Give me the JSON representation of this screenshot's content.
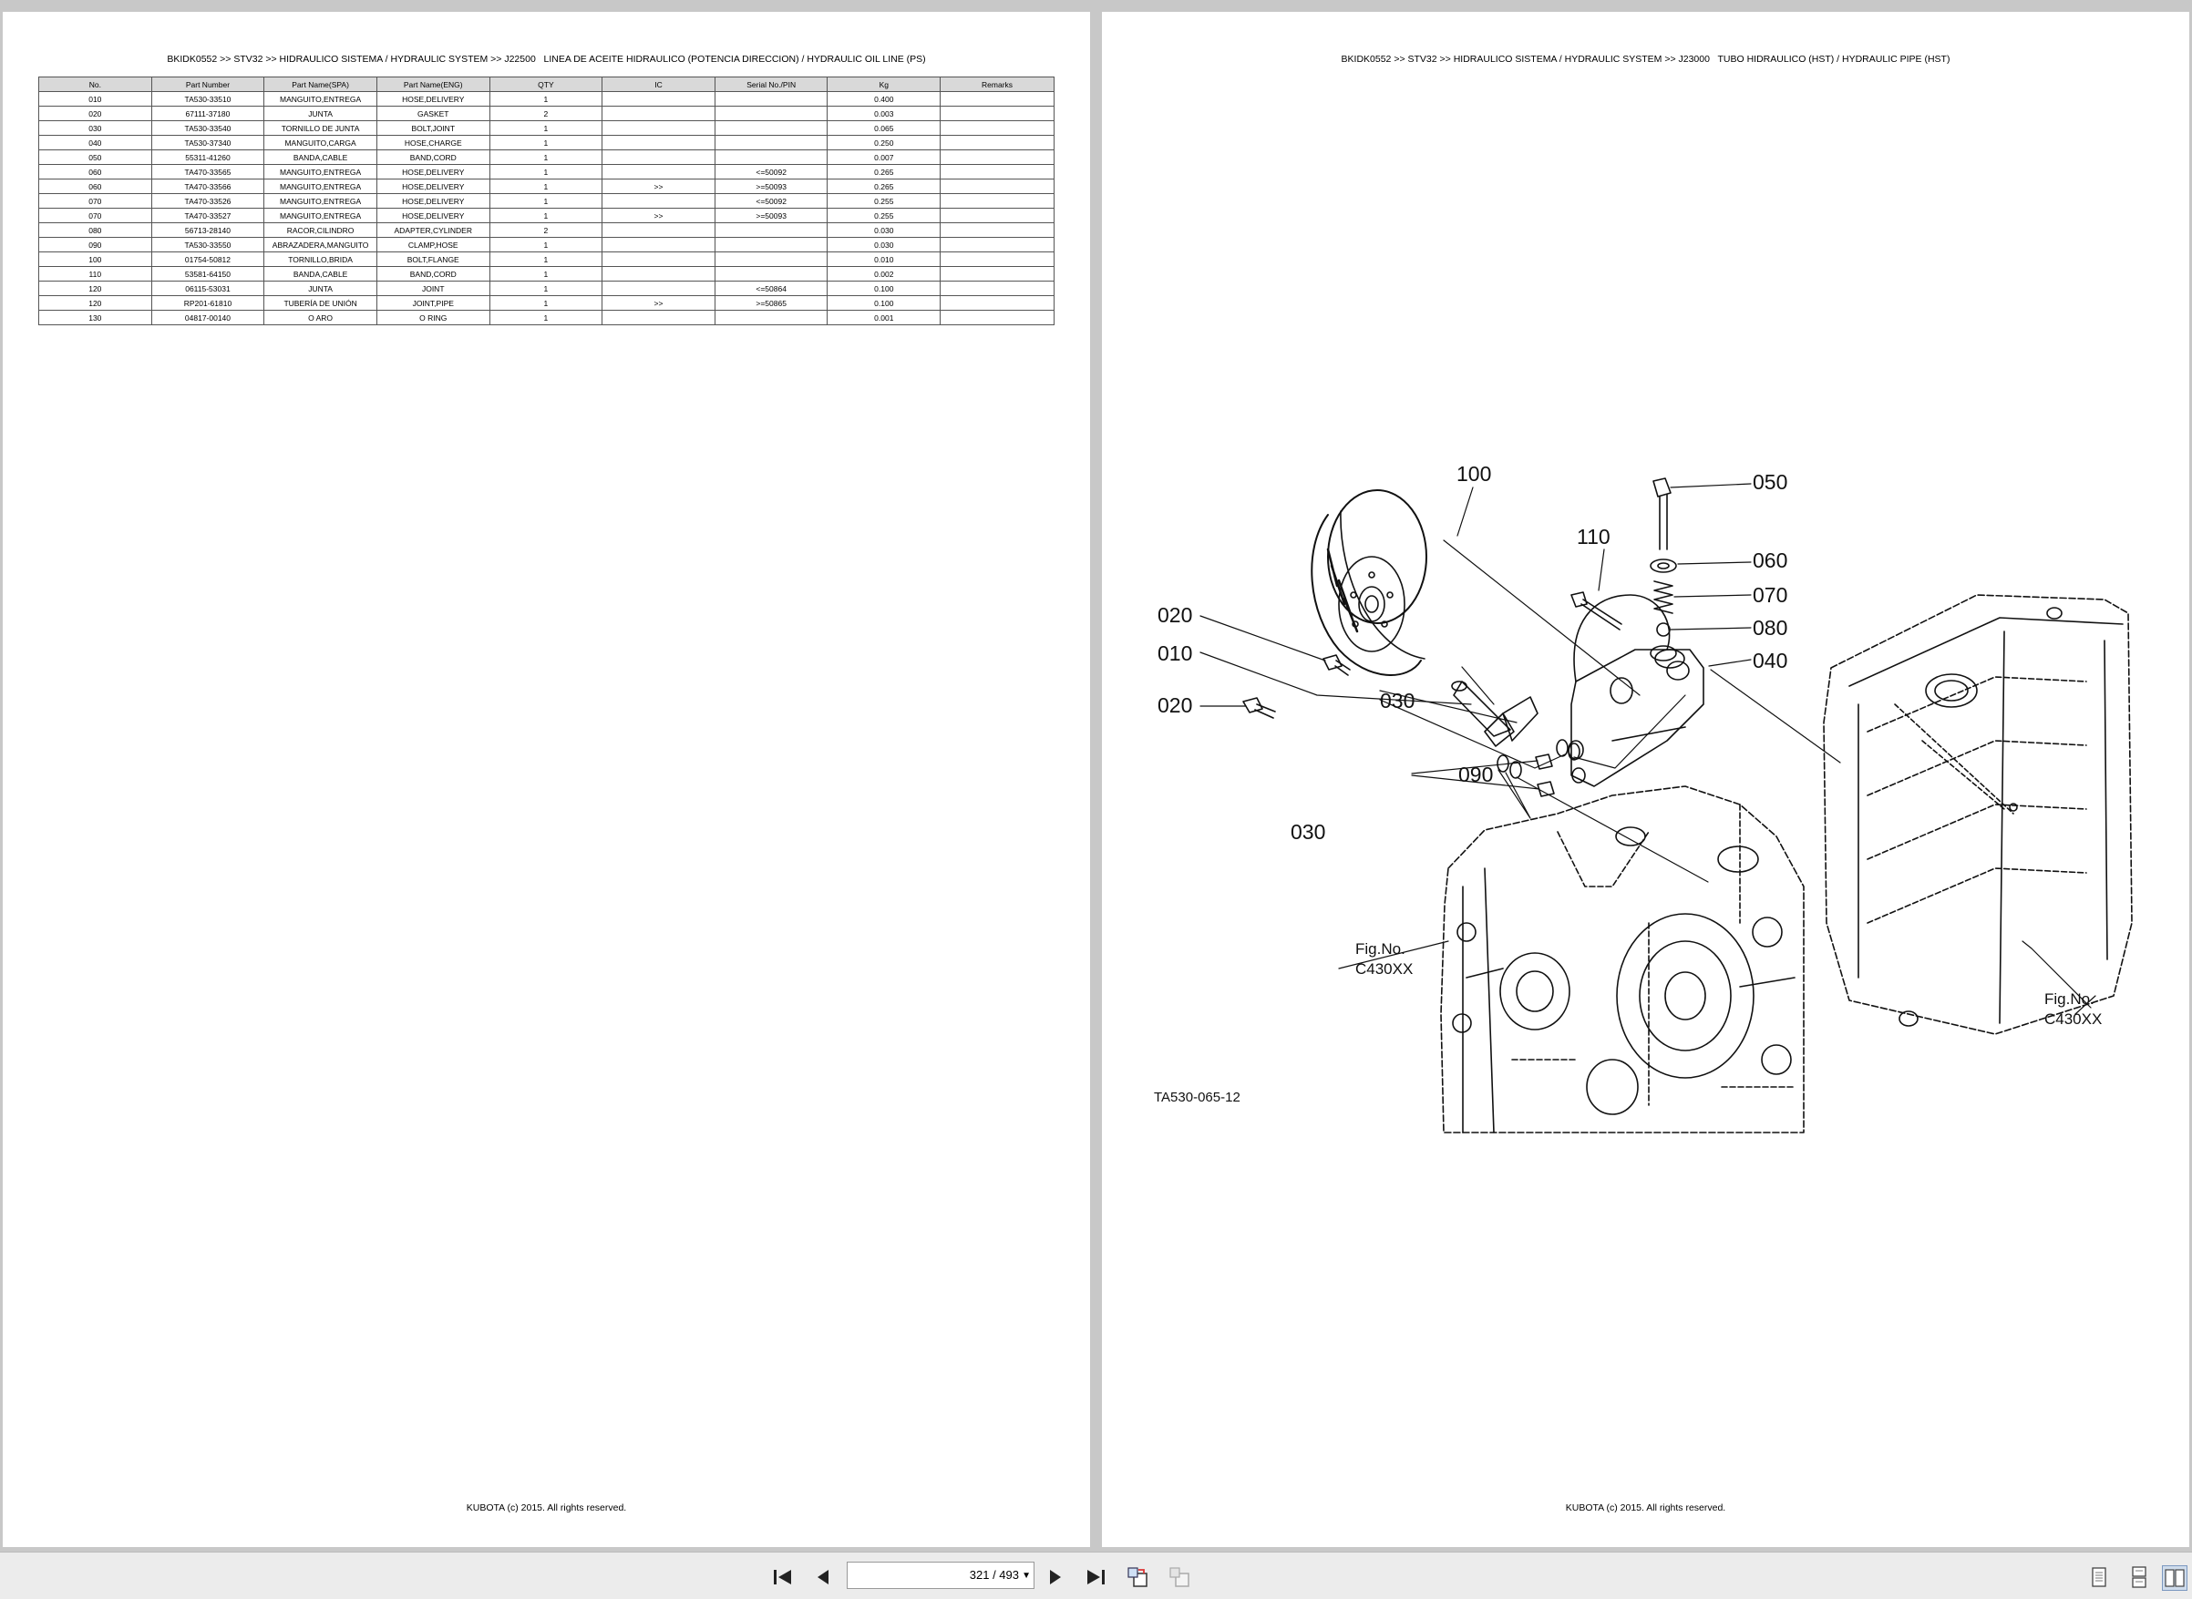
{
  "left_page": {
    "header": "BKIDK0552 >> STV32 >> HIDRAULICO SISTEMA / HYDRAULIC SYSTEM >> J22500   LINEA DE ACEITE HIDRAULICO (POTENCIA DIRECCION) / HYDRAULIC OIL LINE (PS)",
    "footer": "KUBOTA (c) 2015. All rights reserved.",
    "columns": [
      "No.",
      "Part Number",
      "Part Name(SPA)",
      "Part Name(ENG)",
      "QTY",
      "IC",
      "Serial No./PIN",
      "Kg",
      "Remarks"
    ],
    "rows": [
      [
        "010",
        "TA530-33510",
        "MANGUITO,ENTREGA",
        "HOSE,DELIVERY",
        "1",
        "",
        "",
        "0.400",
        ""
      ],
      [
        "020",
        "67111-37180",
        "JUNTA",
        "GASKET",
        "2",
        "",
        "",
        "0.003",
        ""
      ],
      [
        "030",
        "TA530-33540",
        "TORNILLO DE JUNTA",
        "BOLT,JOINT",
        "1",
        "",
        "",
        "0.065",
        ""
      ],
      [
        "040",
        "TA530-37340",
        "MANGUITO,CARGA",
        "HOSE,CHARGE",
        "1",
        "",
        "",
        "0.250",
        ""
      ],
      [
        "050",
        "55311-41260",
        "BANDA,CABLE",
        "BAND,CORD",
        "1",
        "",
        "",
        "0.007",
        ""
      ],
      [
        "060",
        "TA470-33565",
        "MANGUITO,ENTREGA",
        "HOSE,DELIVERY",
        "1",
        "",
        "<=50092",
        "0.265",
        ""
      ],
      [
        "060",
        "TA470-33566",
        "MANGUITO,ENTREGA",
        "HOSE,DELIVERY",
        "1",
        ">>",
        ">=50093",
        "0.265",
        ""
      ],
      [
        "070",
        "TA470-33526",
        "MANGUITO,ENTREGA",
        "HOSE,DELIVERY",
        "1",
        "",
        "<=50092",
        "0.255",
        ""
      ],
      [
        "070",
        "TA470-33527",
        "MANGUITO,ENTREGA",
        "HOSE,DELIVERY",
        "1",
        ">>",
        ">=50093",
        "0.255",
        ""
      ],
      [
        "080",
        "56713-28140",
        "RACOR,CILINDRO",
        "ADAPTER,CYLINDER",
        "2",
        "",
        "",
        "0.030",
        ""
      ],
      [
        "090",
        "TA530-33550",
        "ABRAZADERA,MANGUITO",
        "CLAMP,HOSE",
        "1",
        "",
        "",
        "0.030",
        ""
      ],
      [
        "100",
        "01754-50812",
        "TORNILLO,BRIDA",
        "BOLT,FLANGE",
        "1",
        "",
        "",
        "0.010",
        ""
      ],
      [
        "110",
        "53581-64150",
        "BANDA,CABLE",
        "BAND,CORD",
        "1",
        "",
        "",
        "0.002",
        ""
      ],
      [
        "120",
        "06115-53031",
        "JUNTA",
        "JOINT",
        "1",
        "",
        "<=50864",
        "0.100",
        ""
      ],
      [
        "120",
        "RP201-61810",
        "TUBERÍA DE UNIÓN",
        "JOINT,PIPE",
        "1",
        ">>",
        ">=50865",
        "0.100",
        ""
      ],
      [
        "130",
        "04817-00140",
        "O ARO",
        "O RING",
        "1",
        "",
        "",
        "0.001",
        ""
      ]
    ]
  },
  "right_page": {
    "header": "BKIDK0552 >> STV32 >> HIDRAULICO SISTEMA / HYDRAULIC SYSTEM >> J23000   TUBO HIDRAULICO (HST) / HYDRAULIC PIPE (HST)",
    "footer": "KUBOTA (c) 2015. All rights reserved.",
    "diagram": {
      "callouts": {
        "c100": "100",
        "c110": "110",
        "c050": "050",
        "c060": "060",
        "c070": "070",
        "c080": "080",
        "c040": "040",
        "c020a": "020",
        "c010": "010",
        "c020b": "020",
        "c030a": "030",
        "c090": "090",
        "c030b": "030"
      },
      "fig_left_1": "Fig.No.",
      "fig_left_2": "C430XX",
      "fig_right_1": "Fig.No.",
      "fig_right_2": "C430XX",
      "drawing_code": "TA530-065-12"
    }
  },
  "viewer_toolbar": {
    "page_indicator": "321 / 493",
    "icons": [
      "first-page-icon",
      "prev-page-icon",
      "next-page-icon",
      "last-page-icon",
      "rotate-icon",
      "rotate-disabled-icon",
      "single-page-icon",
      "continuous-page-icon",
      "two-page-icon"
    ]
  }
}
